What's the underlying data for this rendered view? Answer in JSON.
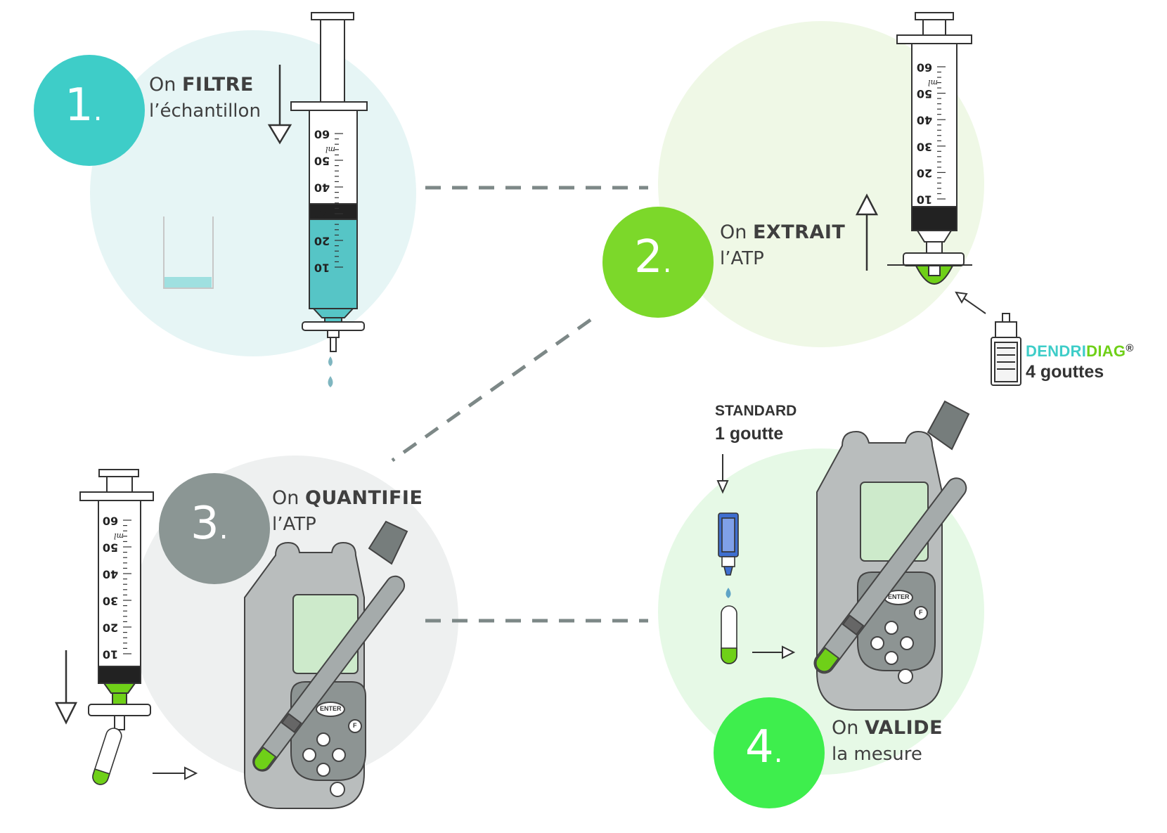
{
  "steps": [
    {
      "number": "1",
      "prefix": "On",
      "verb": "FILTRE",
      "object": "l’échantillon",
      "color": "#3ecdc8",
      "bg": "#e6f5f5"
    },
    {
      "number": "2",
      "prefix": "On",
      "verb": "EXTRAIT",
      "object": "l’ATP",
      "color": "#7cd82a",
      "bg": "#eff8e6"
    },
    {
      "number": "3",
      "prefix": "On",
      "verb": "QUANTIFIE",
      "object": "l’ATP",
      "color": "#8b9694",
      "bg": "#eef0f0"
    },
    {
      "number": "4",
      "prefix": "On",
      "verb": "VALIDE",
      "object": "la mesure",
      "color": "#3eee4d",
      "bg": "#e6f9e6"
    }
  ],
  "reagent": {
    "brand_part1": "DENDRI",
    "brand_part2": "DIAG",
    "brand_mark": "®",
    "dose": "4 gouttes"
  },
  "standard": {
    "label": "STANDARD",
    "dose": "1 goutte"
  },
  "syringe_scale": [
    "60",
    "50",
    "40",
    "30",
    "20",
    "10"
  ],
  "syringe_unit": "ml",
  "meter_button": "ENTER",
  "meter_key_f": "F",
  "colors": {
    "teal": "#3ecdc8",
    "green": "#7cd82a",
    "grey": "#8b9694",
    "bright_green": "#3eee4d",
    "liquid_blue": "#56c5c6",
    "liquid_green": "#6fd018"
  },
  "icons": [
    "syringe-icon",
    "beaker-icon",
    "reagent-bottle-icon",
    "dropper-bottle-icon",
    "atp-meter-icon",
    "test-tube-icon",
    "arrow-icon"
  ]
}
